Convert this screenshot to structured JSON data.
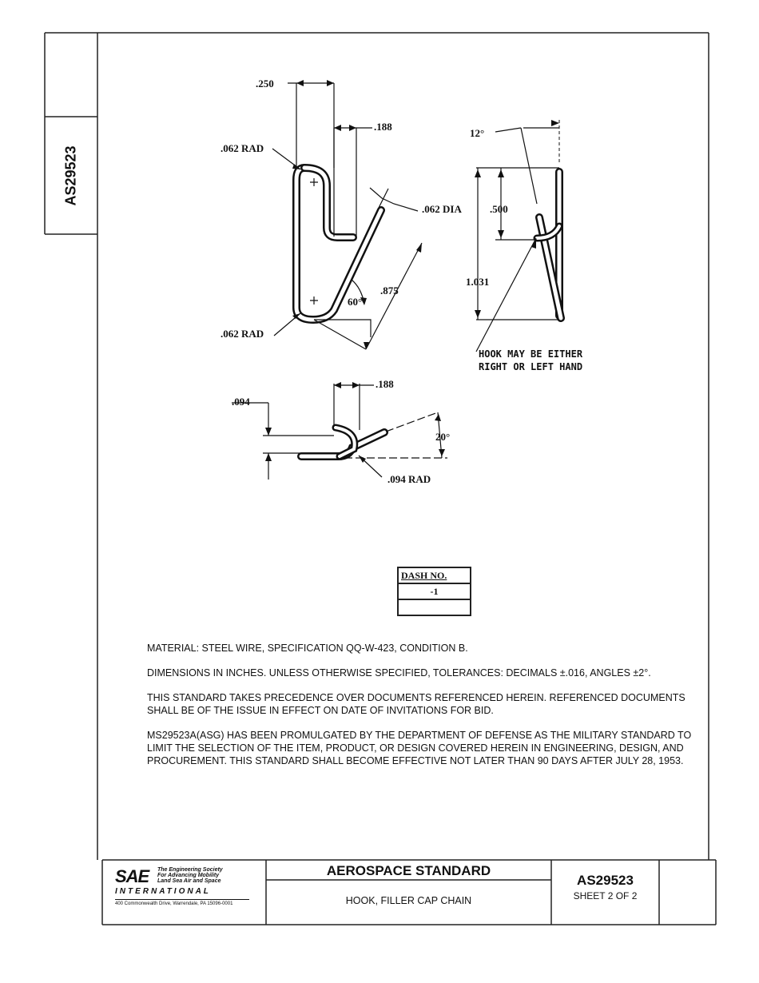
{
  "document_number": "AS29523",
  "drawing": {
    "dims": {
      "d250": ".250",
      "d188_top": ".188",
      "d062rad_top": ".062 RAD",
      "d062dia": ".062 DIA",
      "d875": ".875",
      "d60": "60°",
      "d062rad_bottom": ".062 RAD",
      "d12": "12°",
      "d500": ".500",
      "d1031": "1.031",
      "d188_bottom": ".188",
      "d094": ".094",
      "d20": "20°",
      "d094rad": ".094 RAD"
    },
    "hook_note_line1": "HOOK MAY BE EITHER",
    "hook_note_line2": "RIGHT OR LEFT HAND"
  },
  "dash_table": {
    "header": "DASH NO.",
    "rows": [
      "-1",
      ""
    ]
  },
  "notes": [
    "MATERIAL:  STEEL WIRE, SPECIFICATION QQ-W-423, CONDITION B.",
    "DIMENSIONS IN INCHES.  UNLESS OTHERWISE SPECIFIED, TOLERANCES:  DECIMALS ±.016, ANGLES ±2°.",
    "THIS STANDARD TAKES PRECEDENCE OVER DOCUMENTS REFERENCED HEREIN.  REFERENCED DOCUMENTS SHALL BE OF THE ISSUE IN EFFECT ON DATE OF INVITATIONS FOR BID.",
    "MS29523A(ASG) HAS BEEN PROMULGATED BY THE DEPARTMENT OF DEFENSE AS THE MILITARY STANDARD TO LIMIT THE SELECTION OF THE ITEM, PRODUCT, OR DESIGN COVERED HEREIN IN ENGINEERING, DESIGN, AND PROCUREMENT.  THIS STANDARD SHALL BECOME EFFECTIVE NOT LATER THAN 90 DAYS AFTER JULY 28, 1953."
  ],
  "title_block": {
    "logo_text": "SAE",
    "logo_tagline_1": "The Engineering Society",
    "logo_tagline_2": "For Advancing Mobility",
    "logo_tagline_3": "Land Sea Air and Space",
    "logo_international": "INTERNATIONAL",
    "logo_address": "400 Commonwealth Drive, Warrendale, PA 15096-0001",
    "standard_type": "AEROSPACE STANDARD",
    "part_name": "HOOK, FILLER CAP CHAIN",
    "doc_number": "AS29523",
    "sheet": "SHEET 2 OF 2"
  }
}
